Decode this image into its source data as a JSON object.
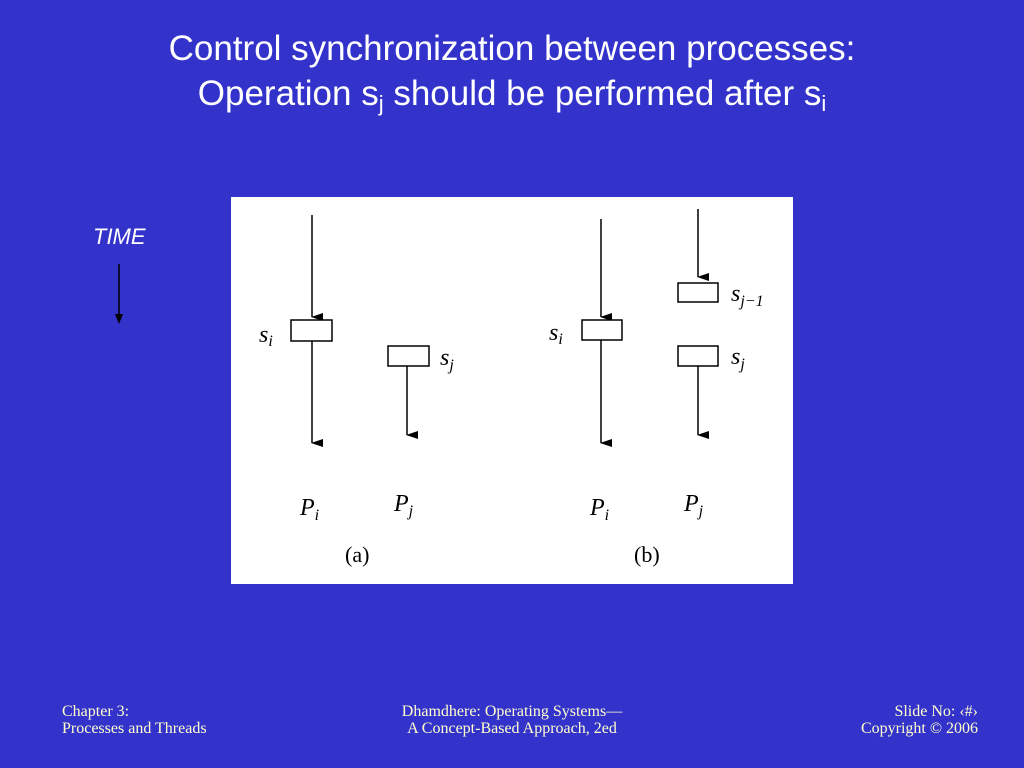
{
  "slide": {
    "title_line1": "Control synchronization between processes:",
    "title_line2_prefix": "Operation s",
    "title_sub_j": "j",
    "title_line2_middle": " should be performed after s",
    "title_sub_i": "i",
    "time_label": "TIME"
  },
  "figure": {
    "panel_a": {
      "caption": "(a)",
      "label_si_base": "s",
      "label_si_sub": "i",
      "label_sj_base": "s",
      "label_sj_sub": "j",
      "label_pi_base": "P",
      "label_pi_sub": "i",
      "label_pj_base": "P",
      "label_pj_sub": "j"
    },
    "panel_b": {
      "caption": "(b)",
      "label_si_base": "s",
      "label_si_sub": "i",
      "label_sj1_base": "s",
      "label_sj1_sub": "j−1",
      "label_sj_base": "s",
      "label_sj_sub": "j",
      "label_pi_base": "P",
      "label_pi_sub": "i",
      "label_pj_base": "P",
      "label_pj_sub": "j"
    }
  },
  "footer": {
    "left_line1": "Chapter 3:",
    "left_line2": "Processes and Threads",
    "center_line1": "Dhamdhere: Operating Systems—",
    "center_line2": "A Concept-Based Approach, 2ed",
    "right_line1": "Slide No: ‹#›",
    "right_line2": "Copyright © 2006"
  },
  "colors": {
    "background": "#3333cc",
    "title_text": "#ffffff",
    "footer_text": "#ffffcc"
  }
}
